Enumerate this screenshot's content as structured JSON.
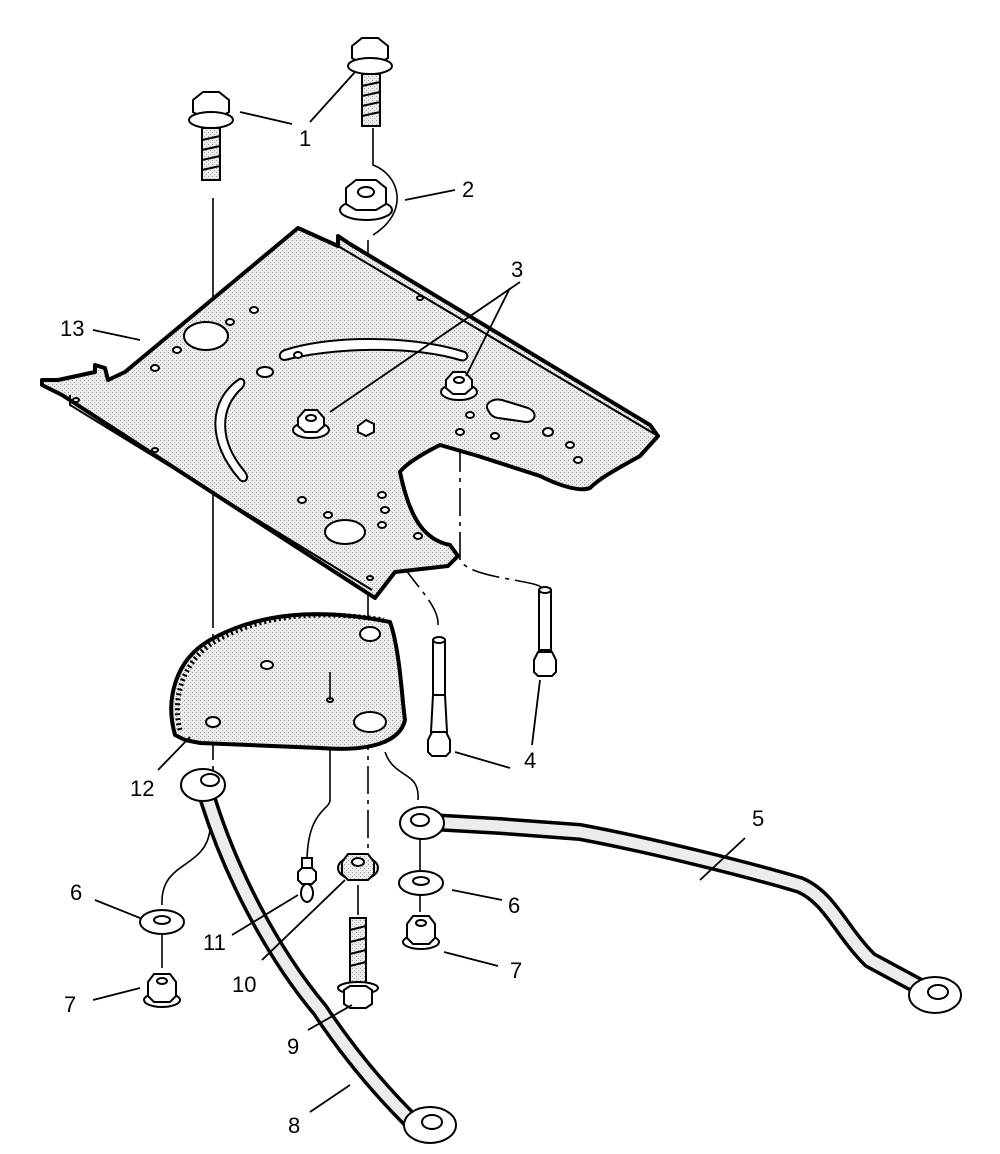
{
  "diagram": {
    "callouts": [
      {
        "id": "1",
        "text": "1"
      },
      {
        "id": "2",
        "text": "2"
      },
      {
        "id": "3",
        "text": "3"
      },
      {
        "id": "4",
        "text": "4"
      },
      {
        "id": "5",
        "text": "5"
      },
      {
        "id": "6a",
        "text": "6"
      },
      {
        "id": "6b",
        "text": "6"
      },
      {
        "id": "7a",
        "text": "7"
      },
      {
        "id": "7b",
        "text": "7"
      },
      {
        "id": "8",
        "text": "8"
      },
      {
        "id": "9",
        "text": "9"
      },
      {
        "id": "10",
        "text": "10"
      },
      {
        "id": "11",
        "text": "11"
      },
      {
        "id": "12",
        "text": "12"
      },
      {
        "id": "13",
        "text": "13"
      }
    ],
    "colors": {
      "line": "#000000",
      "fill_stipple": "#e4e4e4",
      "background": "#ffffff"
    }
  }
}
